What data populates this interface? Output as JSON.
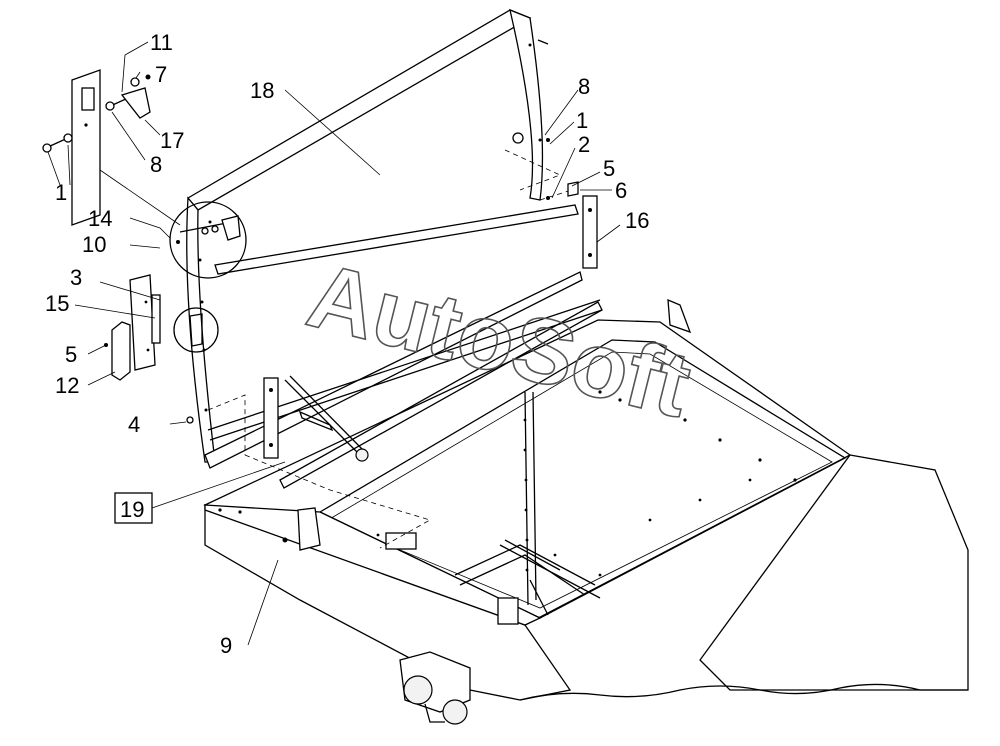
{
  "watermark": "AutoSoft",
  "callouts": [
    {
      "id": "c11a",
      "text": "11"
    },
    {
      "id": "c7",
      "text": "7"
    },
    {
      "id": "c17",
      "text": "17"
    },
    {
      "id": "c8a",
      "text": "8"
    },
    {
      "id": "c1a",
      "text": "1"
    },
    {
      "id": "c14",
      "text": "14"
    },
    {
      "id": "c10",
      "text": "10"
    },
    {
      "id": "c3",
      "text": "3"
    },
    {
      "id": "c15",
      "text": "15"
    },
    {
      "id": "c5a",
      "text": "5"
    },
    {
      "id": "c12",
      "text": "12"
    },
    {
      "id": "c4",
      "text": "4"
    },
    {
      "id": "c19",
      "text": "19"
    },
    {
      "id": "c9",
      "text": "9"
    },
    {
      "id": "c18",
      "text": "18"
    },
    {
      "id": "c8b",
      "text": "8"
    },
    {
      "id": "c1b",
      "text": "1"
    },
    {
      "id": "c2",
      "text": "2"
    },
    {
      "id": "c5b",
      "text": "5"
    },
    {
      "id": "c6",
      "text": "6"
    },
    {
      "id": "c16",
      "text": "16"
    }
  ]
}
